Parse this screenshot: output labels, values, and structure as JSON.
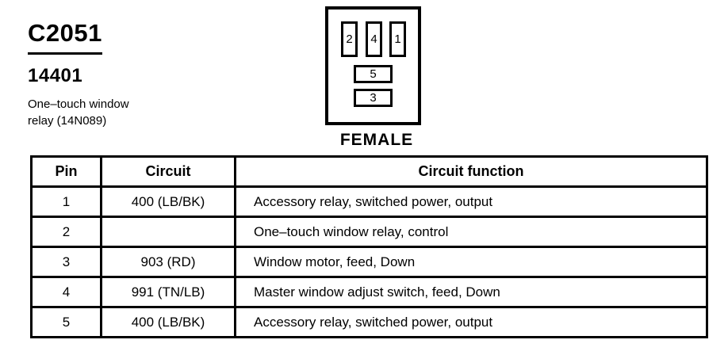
{
  "header": {
    "connector_id": "C2051",
    "part_number": "14401",
    "description_line1": "One–touch window",
    "description_line2": "relay (14N089)"
  },
  "connector": {
    "gender_label": "FEMALE",
    "pins_row1": [
      "2",
      "4",
      "1"
    ],
    "pin_row2": "5",
    "pin_row3": "3"
  },
  "table": {
    "columns": [
      "Pin",
      "Circuit",
      "Circuit function"
    ],
    "rows": [
      {
        "pin": "1",
        "circuit": "400 (LB/BK)",
        "function": "Accessory relay, switched power, output"
      },
      {
        "pin": "2",
        "circuit": "",
        "function": "One–touch window relay, control"
      },
      {
        "pin": "3",
        "circuit": "903 (RD)",
        "function": "Window motor, feed, Down"
      },
      {
        "pin": "4",
        "circuit": "991 (TN/LB)",
        "function": "Master window adjust switch, feed, Down"
      },
      {
        "pin": "5",
        "circuit": "400 (LB/BK)",
        "function": "Accessory relay, switched power, output"
      }
    ]
  },
  "colors": {
    "ink": "#000000",
    "background": "#ffffff"
  }
}
